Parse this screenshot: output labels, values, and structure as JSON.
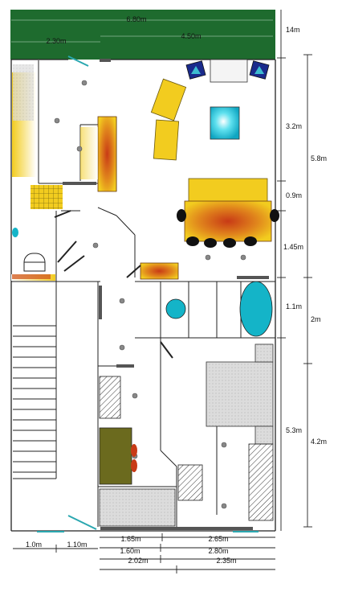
{
  "dimensions": {
    "top_total": "6.80m",
    "top_left": "2.30m",
    "top_right": "4.50m",
    "right_outer_top": "14m",
    "right_col1": [
      "3.2m",
      "0.9m",
      "1.45m",
      "1.1m",
      "5.3m"
    ],
    "right_col2": [
      "5.8m",
      "2m",
      "4.2m"
    ],
    "bottom_row1": [
      "1.0m",
      "1.10m"
    ],
    "bottom_row2": [
      "1.65m",
      "2.65m"
    ],
    "bottom_row3": [
      "1.60m",
      "2.80m"
    ],
    "bottom_row4": [
      "2.02m",
      "2.35m"
    ]
  },
  "colors": {
    "green_strip": "#1e6b2e",
    "yellow": "#f2cc1f",
    "red_heat": "#c83a16",
    "cyan": "#14b4c8",
    "olive": "#6b6a1e",
    "stone": "#d9d9d9",
    "navy": "#1a2a8c"
  }
}
